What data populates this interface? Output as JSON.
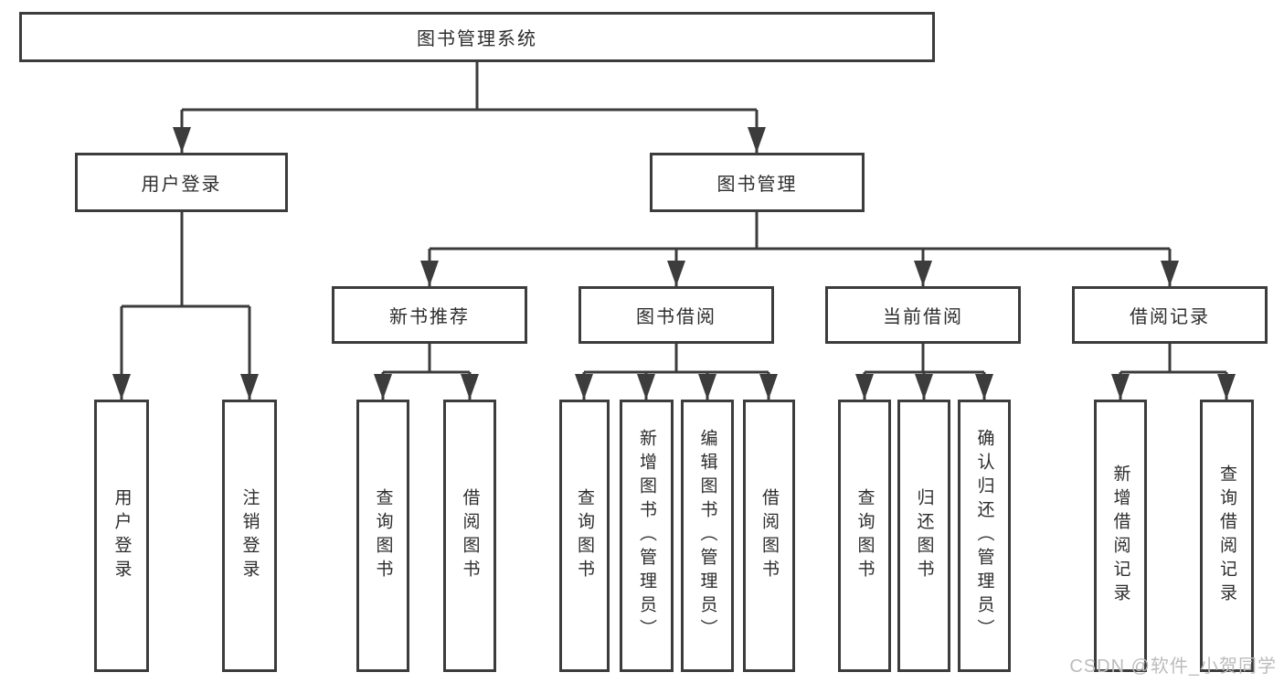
{
  "diagram_title": "图书管理系统",
  "tree": {
    "root": {
      "label": "图书管理系统"
    },
    "level2": [
      {
        "label": "用户登录",
        "children": [
          {
            "label": "用户登录"
          },
          {
            "label": "注销登录"
          }
        ]
      },
      {
        "label": "图书管理"
      }
    ],
    "level3": [
      {
        "label": "新书推荐",
        "children": [
          {
            "label": "查询图书"
          },
          {
            "label": "借阅图书"
          }
        ]
      },
      {
        "label": "图书借阅",
        "children": [
          {
            "label": "查询图书"
          },
          {
            "label": "新增图书（管理员）"
          },
          {
            "label": "编辑图书（管理员）"
          },
          {
            "label": "借阅图书"
          }
        ]
      },
      {
        "label": "当前借阅",
        "children": [
          {
            "label": "查询图书"
          },
          {
            "label": "归还图书"
          },
          {
            "label": "确认归还（管理员）"
          }
        ]
      },
      {
        "label": "借阅记录",
        "children": [
          {
            "label": "新增借阅记录"
          },
          {
            "label": "查询借阅记录"
          }
        ]
      }
    ]
  },
  "watermark": {
    "text": "CSDN @软件_小贺同学"
  },
  "colors": {
    "line": "#3c3c3c",
    "border": "#3c3c3c",
    "text": "#2d2d2d",
    "background": "#ffffff",
    "watermark": "#bcbcbc"
  }
}
